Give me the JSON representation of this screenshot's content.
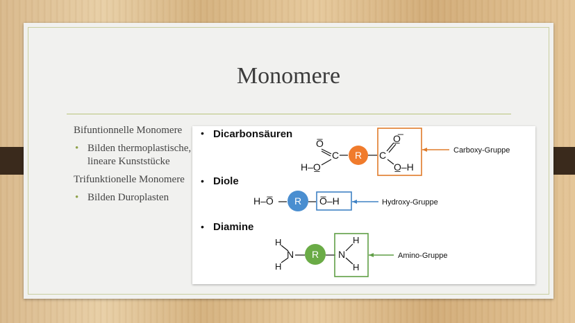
{
  "slide": {
    "title": "Monomere",
    "left_text": {
      "heading1": "Bifuntionnelle Monomere",
      "bullet1": "Bilden thermoplastische, lineare Kunststücke",
      "heading2": "Trifunktionelle Monomere",
      "bullet2": "Bilden Duroplasten"
    }
  },
  "figure": {
    "sections": [
      {
        "label": "Dicarbonsäuren",
        "group": "Carboxy-Gruppe"
      },
      {
        "label": "Diole",
        "group": "Hydroxy-Gruppe"
      },
      {
        "label": "Diamine",
        "group": "Amino-Gruppe"
      }
    ],
    "r_label": "R",
    "atoms": {
      "O_bar": "O̅",
      "O_under": "O̲",
      "O_double": "O̲̅",
      "C": "C",
      "H": "H",
      "N": "N",
      "H_O": "H–O̲",
      "O_H": "O̲–H",
      "H_O_bar": "H–O̅",
      "O_bar_H": "O̅–H"
    },
    "colors": {
      "orange": "#f07b2c",
      "blue": "#4a8ed0",
      "green": "#6aab46",
      "box_orange": "#e07b2a",
      "box_blue": "#3f82c4",
      "box_green": "#5f9e45"
    }
  }
}
